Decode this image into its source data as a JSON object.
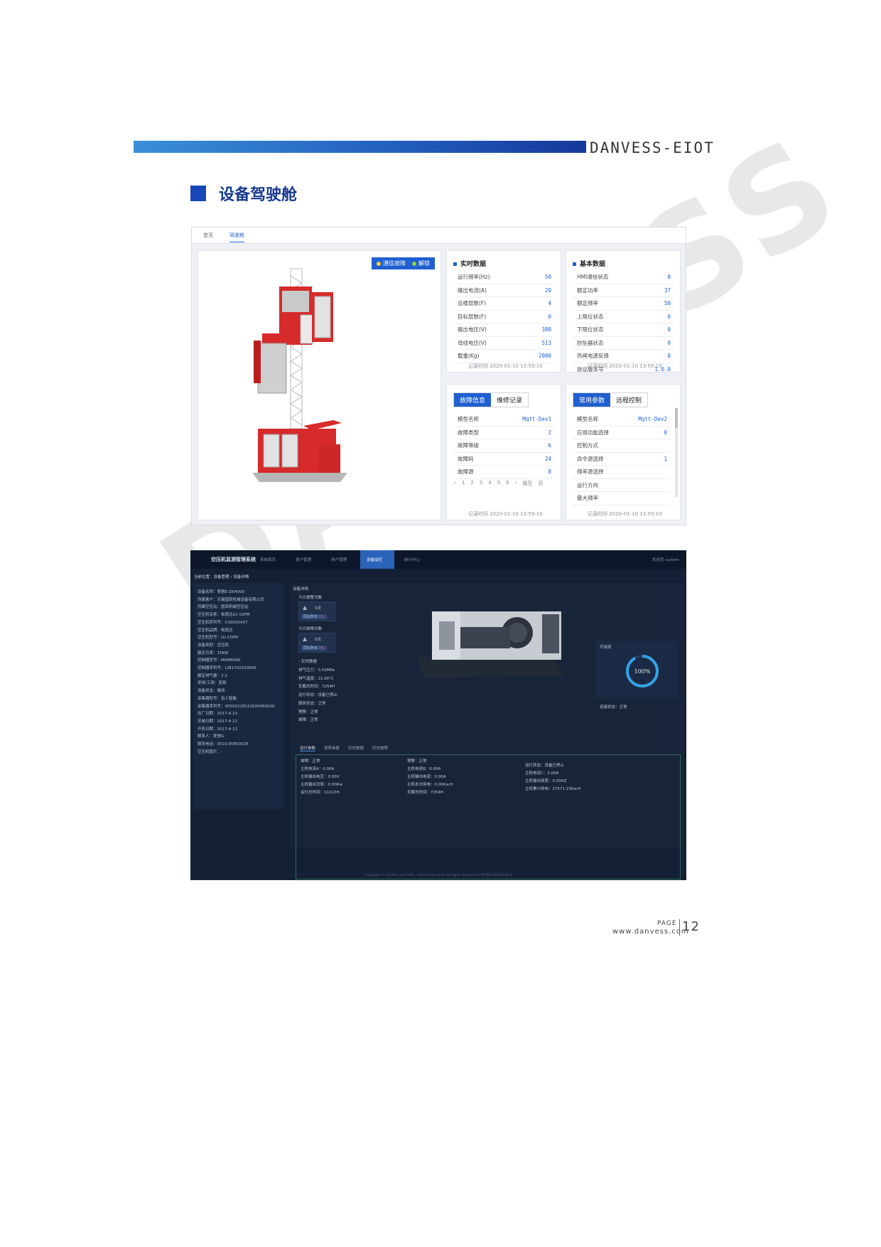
{
  "header": {
    "brand": "DANVESS-EIOT"
  },
  "section_title": "设备驾驶舱",
  "cockpit": {
    "tabs": [
      "首页",
      "驾驶舱"
    ],
    "legend": [
      {
        "label": "通信故障",
        "color": "#f5d23c"
      },
      {
        "label": "解锁",
        "color": "#8ad24a"
      }
    ],
    "realtime": {
      "title": "实时数据",
      "rows": [
        {
          "label": "运行频率(Hz)",
          "value": "50"
        },
        {
          "label": "输出电流(A)",
          "value": "20"
        },
        {
          "label": "总楼层数(F)",
          "value": "4"
        },
        {
          "label": "目标层数(F)",
          "value": "0"
        },
        {
          "label": "输出电压(V)",
          "value": "380"
        },
        {
          "label": "母线电压(V)",
          "value": "513"
        },
        {
          "label": "载重(Kg)",
          "value": "2000"
        }
      ],
      "record": "记录时间 2020-01-10 13:59:10"
    },
    "basic": {
      "title": "基本数据",
      "rows": [
        {
          "label": "HMI通信状态",
          "value": "0"
        },
        {
          "label": "额定功率",
          "value": "37"
        },
        {
          "label": "额定频率",
          "value": "50"
        },
        {
          "label": "上限位状态",
          "value": "0"
        },
        {
          "label": "下限位状态",
          "value": "0"
        },
        {
          "label": "防坠器状态",
          "value": "0"
        },
        {
          "label": "热闸电源反馈",
          "value": "0"
        },
        {
          "label": "协议版本号",
          "value": "1.0.0"
        }
      ],
      "record": "记录时间 2020-01-10 13:59:10"
    },
    "fault": {
      "tab_active": "故障信息",
      "tab_other": "维修记录",
      "rows": [
        {
          "label": "模型名称",
          "value": "Mqtt-Dev1"
        },
        {
          "label": "故障类型",
          "value": "2"
        },
        {
          "label": "故障等级",
          "value": "6"
        },
        {
          "label": "故障码",
          "value": "24"
        },
        {
          "label": "故障源",
          "value": "8"
        }
      ],
      "pager": [
        "‹",
        "1",
        "2",
        "3",
        "4",
        "5",
        "6",
        "›",
        "跳至",
        "页"
      ],
      "record": "记录时间 2020-01-10 13:59:10"
    },
    "params": {
      "tab_active": "常用参数",
      "tab_other": "远程控制",
      "rows": [
        {
          "label": "模型名称",
          "value": "Mqtt-Dev2"
        },
        {
          "label": "应用功能选择",
          "value": "0"
        },
        {
          "label": "控制方式",
          "value": ""
        },
        {
          "label": "命令源选择",
          "value": "1"
        },
        {
          "label": "频率源选择",
          "value": ""
        },
        {
          "label": "运行方向",
          "value": ""
        },
        {
          "label": "最大频率",
          "value": ""
        }
      ],
      "record": "记录时间 2020-01-10 13:59:10"
    }
  },
  "monitor": {
    "brand": "空压机监测管理系统",
    "nav": [
      "系统首页",
      "客户管理",
      "用户管理",
      "设备监控",
      "统计中心"
    ],
    "user": "欢迎您 system",
    "breadcrumb": "当前位置：设备管理 › 设备详情",
    "info": [
      "设备名称：爱驰E-ZKH000",
      "所属客户：无锡国荣机械设备有限公司",
      "所属空压站：国荣机械空压站",
      "空压机名称：帕霓达LU-15PM",
      "空压机序列号：C00005437",
      "空压机品牌：帕霓达",
      "空压机型号：LU-15PM",
      "设备类型：空压机",
      "额定功率：15KW",
      "控制器型号：MAM6090",
      "控制器序列号：L/N1702250000",
      "额定排气量：2.2",
      "变频/工频：变频",
      "设备状态：离线",
      "采集器型号：有人智能",
      "采集器序列号：00500218122600060000",
      "出厂日期：2017-4-13",
      "安装日期：2017-4-13",
      "开机日期：2017-4-13",
      "联系人：爱驰G",
      "联系电话：0510-85803026",
      "空压机图片：-"
    ],
    "detail_title": "设备详情",
    "alarm_today": "今日报警次数",
    "alarm_fault": "今日故障次数",
    "alarm_count": "0次",
    "alarm_ratio_label": "同比昨日",
    "alarm_ratio": "0%",
    "realtime_title": "› 实时数据",
    "realtime": [
      "排气压力：0.02MPa",
      "排气温度：21.00℃",
      "负载总时间：7254H",
      "运行状态：设备已停止",
      "服务状态：正常",
      "预警：正常",
      "故障：正常"
    ],
    "subtabs": [
      "运行参数",
      "保养参数",
      "历史数据",
      "历史故障"
    ],
    "col1": [
      "故障：正常",
      "主机电流A：0.00A",
      "主机输出电压：0.00V",
      "主机输出功率：0.00Kw",
      "运行总时间：11213H"
    ],
    "col2": [
      "预警：正常",
      "主机电流B：0.00A",
      "主机输出电流：0.00A",
      "主机本次用电：0.00Kw.H",
      "负载总时间：7254H"
    ],
    "col3": [
      "运行状态：设备已停止",
      "主机电流C：0.00A",
      "主机输出频率：0.00HZ",
      "主机累计用电：27571.10Kw.H"
    ],
    "usage_title": "可用率",
    "usage_value": "100%",
    "usage_fraction": 1.0,
    "conn_status": "连接状态：正常",
    "copyright": "Copyright © cdv360.com 1998 - 2018 Corporation All Rights Reserved 沪ICP备10000019号-1"
  },
  "page": {
    "label": "PAGE",
    "url": "www.danvess.com",
    "number": "12"
  },
  "watermark": "DANVESS"
}
